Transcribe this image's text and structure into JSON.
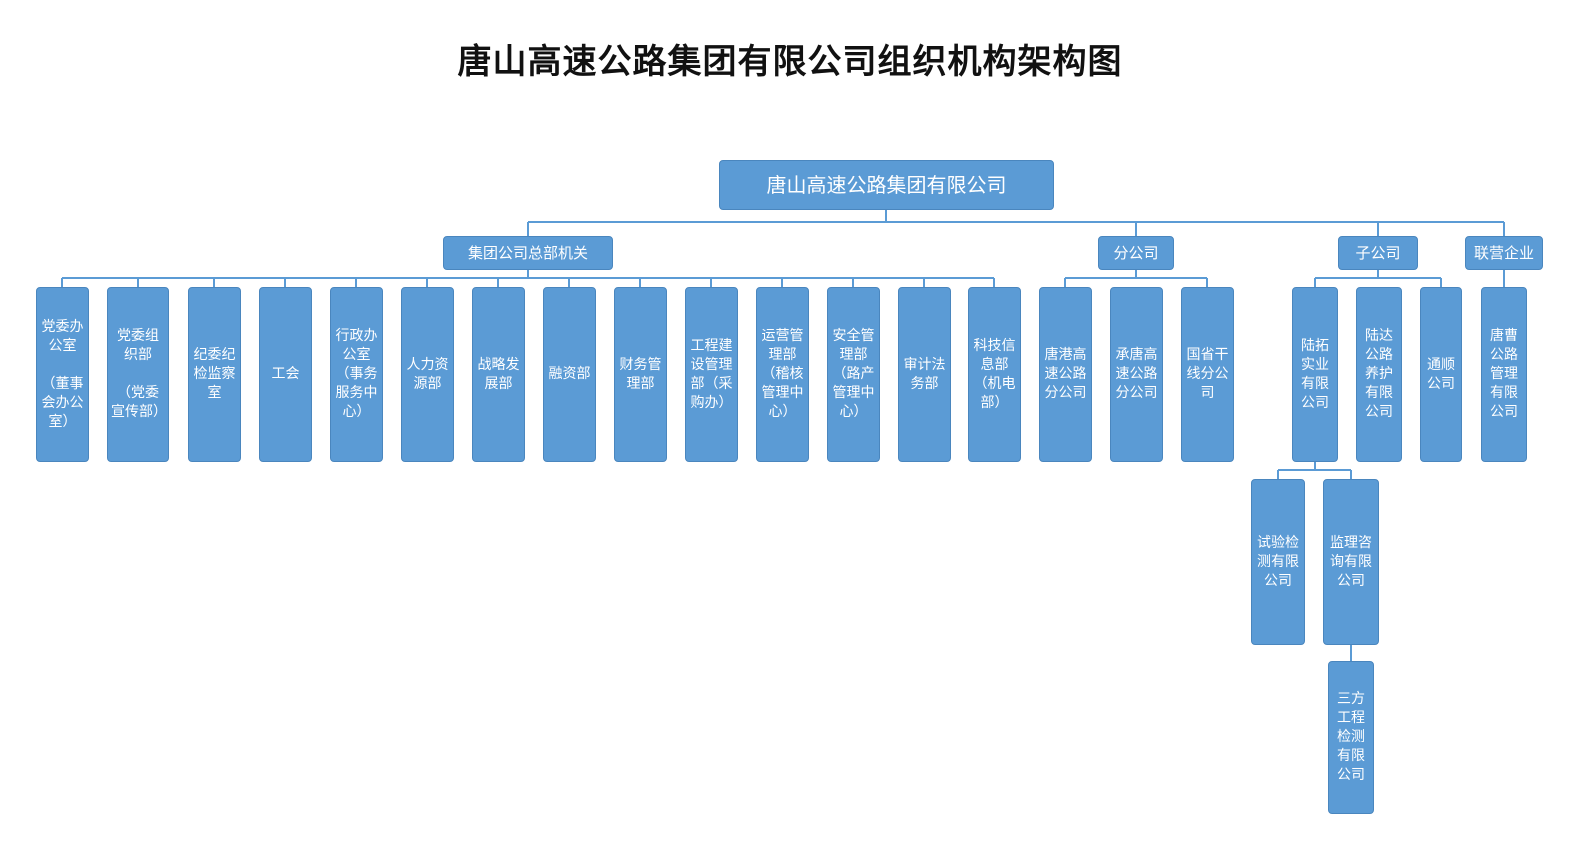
{
  "title": "唐山高速公路集团有限公司组织机构架构图",
  "colors": {
    "box_fill": "#5b9bd5",
    "line": "#5b9bd5",
    "text": "#ffffff"
  },
  "root": "唐山高速公路集团有限公司",
  "groups": {
    "hq": "集团公司总部机关",
    "branches": "分公司",
    "subsidiaries": "子公司",
    "joint": "联营企业"
  },
  "hq_departments": [
    "党委办\n公室\n\n（董事\n会办公\n室）",
    "党委组\n织部\n\n（党委\n宣传部）",
    "纪委纪\n检监察\n室",
    "工会",
    "行政办\n公室\n（事务\n服务中\n心）",
    "人力资\n源部",
    "战略发\n展部",
    "融资部",
    "财务管\n理部",
    "工程建\n设管理\n部（采\n购办）",
    "运营管\n理部\n（稽核\n管理中\n心）",
    "安全管\n理部\n（路产\n管理中\n心）",
    "审计法\n务部",
    "科技信\n息部\n（机电\n部）"
  ],
  "branch_companies": [
    "唐港高\n速公路\n分公司",
    "承唐高\n速公路\n分公司",
    "国省干\n线分公\n司"
  ],
  "subsidiary_companies": [
    "陆拓\n实业\n有限\n公司",
    "陆达\n公路\n养护\n有限\n公司",
    "通顺\n公司"
  ],
  "joint_companies": [
    "唐曹\n公路\n管理\n有限\n公司"
  ],
  "lutuo_children": [
    "试验检\n测有限\n公司",
    "监理咨\n询有限\n公司"
  ],
  "supervision_child": "三方\n工程\n检测\n有限\n公司"
}
